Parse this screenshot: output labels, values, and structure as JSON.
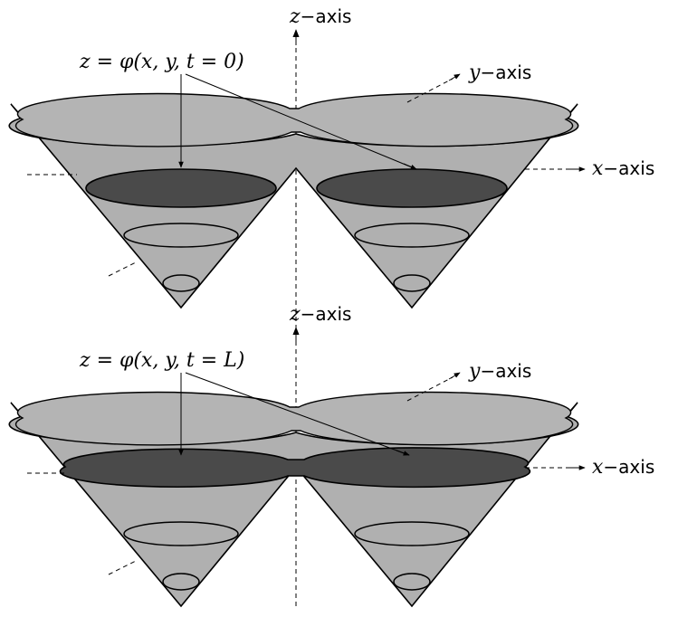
{
  "axes": {
    "z_var": "z",
    "y_var": "y",
    "x_var": "x",
    "axis_suffix": "−axis"
  },
  "panels": [
    {
      "equation": "z = φ(x, y, t = 0)"
    },
    {
      "equation": "z = φ(x, y, t = L)"
    }
  ],
  "colors": {
    "cone_fill": "#b0b0b0",
    "level_fill": "#4a4a4a",
    "line": "#000000"
  }
}
